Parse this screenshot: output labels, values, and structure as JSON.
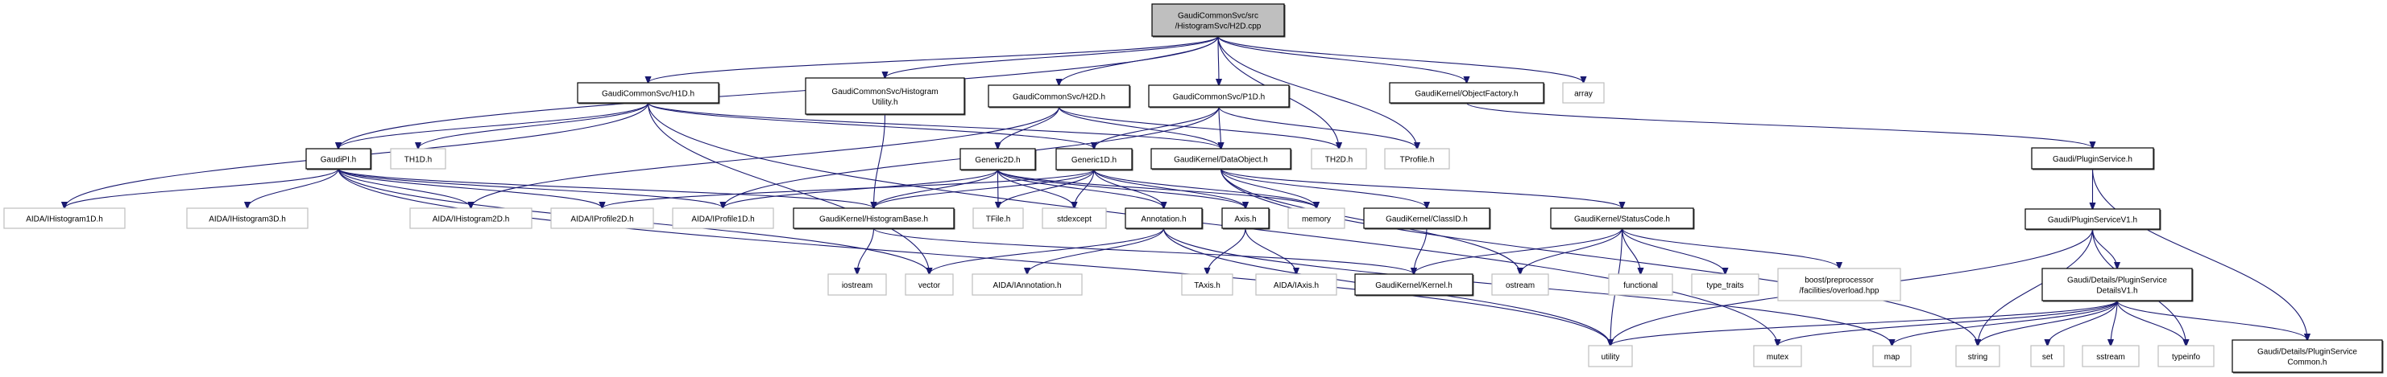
{
  "graph": {
    "title": "GaudiCommonSvc/src/HistogramSvc/H2D.cpp include dependency graph",
    "colors": {
      "edge": "#191970",
      "root_fill": "#bfbfbf",
      "documented_border": "#000000",
      "external_border": "#bfbfbf"
    },
    "nodes": [
      {
        "id": "root",
        "lines": [
          "GaudiCommonSvc/src",
          "/HistogramSvc/H2D.cpp"
        ],
        "kind": "root"
      },
      {
        "id": "h1d",
        "lines": [
          "GaudiCommonSvc/H1D.h"
        ],
        "kind": "documented"
      },
      {
        "id": "histutil",
        "lines": [
          "GaudiCommonSvc/Histogram",
          "Utility.h"
        ],
        "kind": "documented"
      },
      {
        "id": "h2d",
        "lines": [
          "GaudiCommonSvc/H2D.h"
        ],
        "kind": "documented"
      },
      {
        "id": "p1d",
        "lines": [
          "GaudiCommonSvc/P1D.h"
        ],
        "kind": "documented"
      },
      {
        "id": "objfactory",
        "lines": [
          "GaudiKernel/ObjectFactory.h"
        ],
        "kind": "documented"
      },
      {
        "id": "array",
        "lines": [
          "array"
        ],
        "kind": "external"
      },
      {
        "id": "gaudipi",
        "lines": [
          "GaudiPI.h"
        ],
        "kind": "documented"
      },
      {
        "id": "th1d",
        "lines": [
          "TH1D.h"
        ],
        "kind": "external"
      },
      {
        "id": "generic2d",
        "lines": [
          "Generic2D.h"
        ],
        "kind": "documented"
      },
      {
        "id": "generic1d",
        "lines": [
          "Generic1D.h"
        ],
        "kind": "documented"
      },
      {
        "id": "dataobject",
        "lines": [
          "GaudiKernel/DataObject.h"
        ],
        "kind": "documented"
      },
      {
        "id": "th2d",
        "lines": [
          "TH2D.h"
        ],
        "kind": "external"
      },
      {
        "id": "tprofile",
        "lines": [
          "TProfile.h"
        ],
        "kind": "external"
      },
      {
        "id": "pluginservice",
        "lines": [
          "Gaudi/PluginService.h"
        ],
        "kind": "documented"
      },
      {
        "id": "aida_ih1d",
        "lines": [
          "AIDA/IHistogram1D.h"
        ],
        "kind": "external"
      },
      {
        "id": "aida_ih3d",
        "lines": [
          "AIDA/IHistogram3D.h"
        ],
        "kind": "external"
      },
      {
        "id": "aida_ih2d",
        "lines": [
          "AIDA/IHistogram2D.h"
        ],
        "kind": "external"
      },
      {
        "id": "aida_ip2d",
        "lines": [
          "AIDA/IProfile2D.h"
        ],
        "kind": "external"
      },
      {
        "id": "aida_ip1d",
        "lines": [
          "AIDA/IProfile1D.h"
        ],
        "kind": "external"
      },
      {
        "id": "histbase",
        "lines": [
          "GaudiKernel/HistogramBase.h"
        ],
        "kind": "documented"
      },
      {
        "id": "tfile",
        "lines": [
          "TFile.h"
        ],
        "kind": "external"
      },
      {
        "id": "stdexcept",
        "lines": [
          "stdexcept"
        ],
        "kind": "external"
      },
      {
        "id": "annotation",
        "lines": [
          "Annotation.h"
        ],
        "kind": "documented"
      },
      {
        "id": "axis",
        "lines": [
          "Axis.h"
        ],
        "kind": "documented"
      },
      {
        "id": "memory",
        "lines": [
          "memory"
        ],
        "kind": "external"
      },
      {
        "id": "classid",
        "lines": [
          "GaudiKernel/ClassID.h"
        ],
        "kind": "documented"
      },
      {
        "id": "statuscode",
        "lines": [
          "GaudiKernel/StatusCode.h"
        ],
        "kind": "documented"
      },
      {
        "id": "pluginservicev1",
        "lines": [
          "Gaudi/PluginServiceV1.h"
        ],
        "kind": "documented"
      },
      {
        "id": "iostream",
        "lines": [
          "iostream"
        ],
        "kind": "external"
      },
      {
        "id": "vector",
        "lines": [
          "vector"
        ],
        "kind": "external"
      },
      {
        "id": "aida_iannotation",
        "lines": [
          "AIDA/IAnnotation.h"
        ],
        "kind": "external"
      },
      {
        "id": "taxis",
        "lines": [
          "TAxis.h"
        ],
        "kind": "external"
      },
      {
        "id": "aida_iaxis",
        "lines": [
          "AIDA/IAxis.h"
        ],
        "kind": "external"
      },
      {
        "id": "kernel",
        "lines": [
          "GaudiKernel/Kernel.h"
        ],
        "kind": "documented"
      },
      {
        "id": "ostream",
        "lines": [
          "ostream"
        ],
        "kind": "external"
      },
      {
        "id": "functional",
        "lines": [
          "functional"
        ],
        "kind": "external"
      },
      {
        "id": "type_traits",
        "lines": [
          "type_traits"
        ],
        "kind": "external"
      },
      {
        "id": "boost_overload",
        "lines": [
          "boost/preprocessor",
          "/facilities/overload.hpp"
        ],
        "kind": "external"
      },
      {
        "id": "detailsv1",
        "lines": [
          "Gaudi/Details/PluginService",
          "DetailsV1.h"
        ],
        "kind": "documented"
      },
      {
        "id": "utility",
        "lines": [
          "utility"
        ],
        "kind": "external"
      },
      {
        "id": "mutex",
        "lines": [
          "mutex"
        ],
        "kind": "external"
      },
      {
        "id": "map",
        "lines": [
          "map"
        ],
        "kind": "external"
      },
      {
        "id": "string",
        "lines": [
          "string"
        ],
        "kind": "external"
      },
      {
        "id": "set",
        "lines": [
          "set"
        ],
        "kind": "external"
      },
      {
        "id": "sstream",
        "lines": [
          "sstream"
        ],
        "kind": "external"
      },
      {
        "id": "typeinfo",
        "lines": [
          "typeinfo"
        ],
        "kind": "external"
      },
      {
        "id": "common",
        "lines": [
          "Gaudi/Details/PluginService",
          "Common.h"
        ],
        "kind": "documented"
      }
    ],
    "edges": [
      [
        "root",
        "h1d"
      ],
      [
        "root",
        "histutil"
      ],
      [
        "root",
        "h2d"
      ],
      [
        "root",
        "p1d"
      ],
      [
        "root",
        "objfactory"
      ],
      [
        "root",
        "array"
      ],
      [
        "root",
        "gaudipi"
      ],
      [
        "root",
        "th2d"
      ],
      [
        "root",
        "tprofile"
      ],
      [
        "h1d",
        "gaudipi"
      ],
      [
        "h1d",
        "th1d"
      ],
      [
        "h1d",
        "generic1d"
      ],
      [
        "h1d",
        "dataobject"
      ],
      [
        "h1d",
        "aida_ih1d"
      ],
      [
        "h1d",
        "vector"
      ],
      [
        "h1d",
        "mutex"
      ],
      [
        "histutil",
        "histbase"
      ],
      [
        "h2d",
        "generic2d"
      ],
      [
        "h2d",
        "dataobject"
      ],
      [
        "h2d",
        "th2d"
      ],
      [
        "h2d",
        "aida_ih2d"
      ],
      [
        "p1d",
        "generic1d"
      ],
      [
        "p1d",
        "dataobject"
      ],
      [
        "p1d",
        "tprofile"
      ],
      [
        "p1d",
        "aida_ip1d"
      ],
      [
        "objfactory",
        "pluginservice"
      ],
      [
        "gaudipi",
        "aida_ih1d"
      ],
      [
        "gaudipi",
        "aida_ih3d"
      ],
      [
        "gaudipi",
        "aida_ih2d"
      ],
      [
        "gaudipi",
        "aida_ip2d"
      ],
      [
        "gaudipi",
        "aida_ip1d"
      ],
      [
        "gaudipi",
        "histbase"
      ],
      [
        "gaudipi",
        "vector"
      ],
      [
        "gaudipi",
        "utility"
      ],
      [
        "generic2d",
        "histbase"
      ],
      [
        "generic2d",
        "tfile"
      ],
      [
        "generic2d",
        "stdexcept"
      ],
      [
        "generic2d",
        "annotation"
      ],
      [
        "generic2d",
        "axis"
      ],
      [
        "generic2d",
        "memory"
      ],
      [
        "generic2d",
        "aida_ip1d"
      ],
      [
        "generic1d",
        "histbase"
      ],
      [
        "generic1d",
        "tfile"
      ],
      [
        "generic1d",
        "stdexcept"
      ],
      [
        "generic1d",
        "annotation"
      ],
      [
        "generic1d",
        "axis"
      ],
      [
        "generic1d",
        "memory"
      ],
      [
        "generic1d",
        "aida_ip2d"
      ],
      [
        "dataobject",
        "memory"
      ],
      [
        "dataobject",
        "classid"
      ],
      [
        "dataobject",
        "statuscode"
      ],
      [
        "dataobject",
        "ostream"
      ],
      [
        "dataobject",
        "string"
      ],
      [
        "pluginservice",
        "pluginservicev1"
      ],
      [
        "pluginservice",
        "common"
      ],
      [
        "histbase",
        "iostream"
      ],
      [
        "histbase",
        "kernel"
      ],
      [
        "annotation",
        "vector"
      ],
      [
        "annotation",
        "aida_iannotation"
      ],
      [
        "annotation",
        "map"
      ],
      [
        "annotation",
        "utility"
      ],
      [
        "axis",
        "taxis"
      ],
      [
        "axis",
        "aida_iaxis"
      ],
      [
        "classid",
        "kernel"
      ],
      [
        "statuscode",
        "kernel"
      ],
      [
        "statuscode",
        "ostream"
      ],
      [
        "statuscode",
        "utility"
      ],
      [
        "statuscode",
        "functional"
      ],
      [
        "statuscode",
        "type_traits"
      ],
      [
        "statuscode",
        "boost_overload"
      ],
      [
        "pluginservicev1",
        "detailsv1"
      ],
      [
        "pluginservicev1",
        "string"
      ],
      [
        "pluginservicev1",
        "typeinfo"
      ],
      [
        "pluginservicev1",
        "utility"
      ],
      [
        "detailsv1",
        "common"
      ],
      [
        "detailsv1",
        "utility"
      ],
      [
        "detailsv1",
        "mutex"
      ],
      [
        "detailsv1",
        "map"
      ],
      [
        "detailsv1",
        "string"
      ],
      [
        "detailsv1",
        "set"
      ],
      [
        "detailsv1",
        "sstream"
      ],
      [
        "detailsv1",
        "typeinfo"
      ]
    ]
  }
}
